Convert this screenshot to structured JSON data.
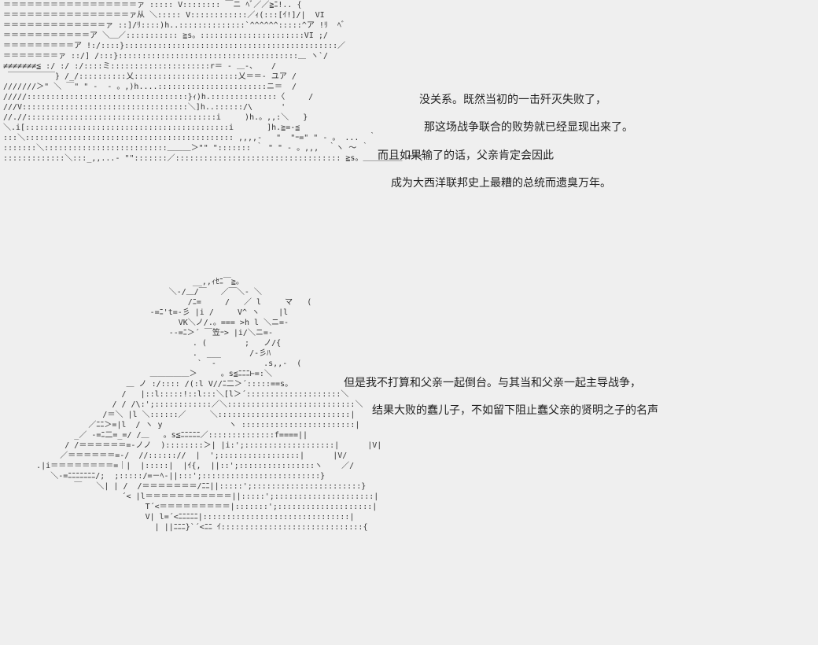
{
  "scene1": {
    "lines": [
      "没关系。既然当初的一击歼灭失败了，",
      "那这场战争联合的败势就已经显现出来了。",
      "而且如果输了的话，父亲肯定会因此",
      "成为大西洋联邦史上最糟的总统而遗臭万年。"
    ]
  },
  "scene2": {
    "lines": [
      "但是我不打算和父亲一起倒台。与其当和父亲一起主导战争，",
      "结果大败的蠢儿子，不如留下阻止蠢父亲的贤明之子的名声"
    ]
  }
}
